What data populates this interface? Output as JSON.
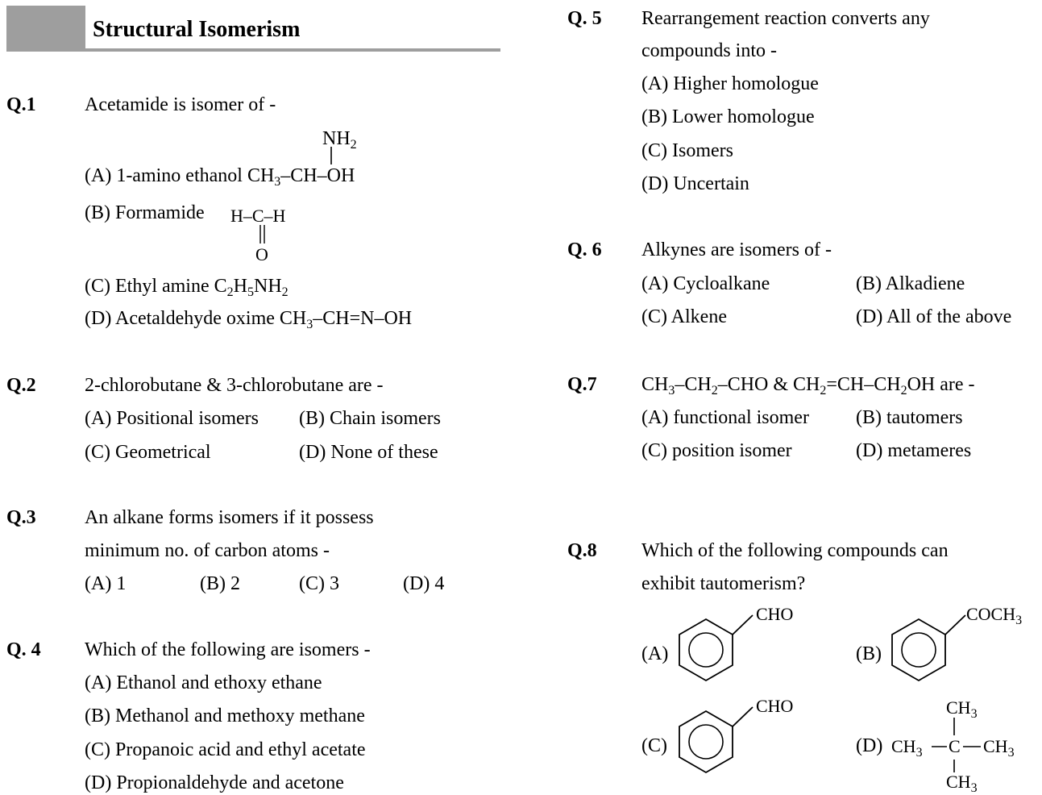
{
  "section": {
    "title": "Structural Isomerism"
  },
  "q1": {
    "num": "Q.1",
    "text": "Acetamide is isomer of -",
    "a": {
      "label": "(A) 1-amino ethanol ",
      "nh": "NH",
      "nh_sub": "2",
      "f1": "CH",
      "f1_sub": "3",
      "f2": "–CH–OH"
    },
    "b": {
      "label": "(B) Formamide ",
      "top": "H–C–H",
      "o": "O"
    },
    "c": {
      "label": "(C) Ethyl amine ",
      "p1": "C",
      "s1": "2",
      "p2": "H",
      "s2": "5",
      "p3": "NH",
      "s3": "2"
    },
    "d": {
      "label": "(D) Acetaldehyde oxime ",
      "p1": "CH",
      "s1": "3",
      "p2": "–CH=N–OH"
    }
  },
  "q2": {
    "num": "Q.2",
    "text": "2-chlorobutane & 3-chlorobutane are -",
    "a": "(A) Positional isomers",
    "b": "(B) Chain isomers",
    "c": "(C) Geometrical",
    "d": "(D) None of these"
  },
  "q3": {
    "num": "Q.3",
    "line1": "An alkane forms isomers if it possess",
    "line2": "minimum no. of carbon atoms -",
    "a": "(A) 1",
    "b": "(B) 2",
    "c": "(C) 3",
    "d": "(D) 4"
  },
  "q4": {
    "num": "Q. 4",
    "text": "Which of the following are isomers -",
    "a": "(A) Ethanol and ethoxy ethane",
    "b": "(B) Methanol and methoxy methane",
    "c": "(C) Propanoic acid and ethyl acetate",
    "d": "(D) Propionaldehyde and acetone"
  },
  "q5": {
    "num": "Q. 5",
    "line1": "Rearrangement reaction converts any",
    "line2": "compounds into -",
    "a": "(A) Higher homologue",
    "b": "(B) Lower homologue",
    "c": "(C) Isomers",
    "d": "(D) Uncertain"
  },
  "q6": {
    "num": "Q. 6",
    "text": "Alkynes are isomers of -",
    "a": "(A) Cycloalkane",
    "b": "(B) Alkadiene",
    "c": "(C) Alkene",
    "d": "(D) All of the above"
  },
  "q7": {
    "num": "Q.7",
    "p1": "CH",
    "s1": "3",
    "p2": "–CH",
    "s2": "2",
    "p3": "–CHO & CH",
    "s3": "2",
    "p4": "=CH–CH",
    "s4": "2",
    "p5": "OH are -",
    "a": "(A) functional isomer",
    "b": "(B) tautomers",
    "c": "(C) position isomer",
    "d": "(D) metameres"
  },
  "q8": {
    "num": "Q.8",
    "line1": "Which of the following compounds can",
    "line2": "exhibit tautomerism?",
    "a": {
      "label": "(A)",
      "sub": "CHO"
    },
    "b": {
      "label": "(B)",
      "sub": "COCH",
      "sub_idx": "3"
    },
    "c": {
      "label": "(C)",
      "sub": "CHO"
    },
    "d": {
      "label": "(D)",
      "left": "CH",
      "left_idx": "3",
      "center": "C",
      "right": "CH",
      "right_idx": "3",
      "top": "CH",
      "top_idx": "3",
      "bottom": "CH",
      "bottom_idx": "3"
    }
  }
}
